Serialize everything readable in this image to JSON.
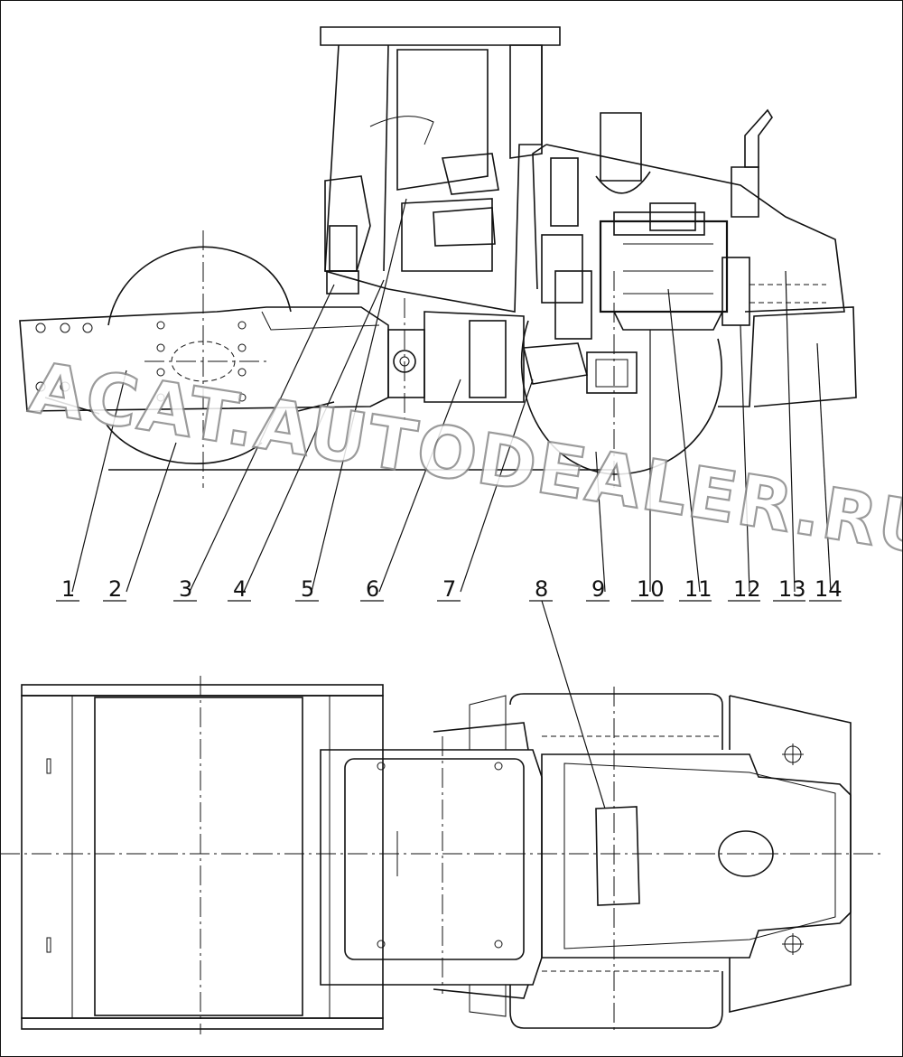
{
  "callouts": [
    {
      "id": "1",
      "label": "1"
    },
    {
      "id": "2",
      "label": "2"
    },
    {
      "id": "3",
      "label": "3"
    },
    {
      "id": "4",
      "label": "4"
    },
    {
      "id": "5",
      "label": "5"
    },
    {
      "id": "6",
      "label": "6"
    },
    {
      "id": "7",
      "label": "7"
    },
    {
      "id": "8",
      "label": "8"
    },
    {
      "id": "9",
      "label": "9"
    },
    {
      "id": "10",
      "label": "10"
    },
    {
      "id": "11",
      "label": "11"
    },
    {
      "id": "12",
      "label": "12"
    },
    {
      "id": "13",
      "label": "13"
    },
    {
      "id": "14",
      "label": "14"
    }
  ],
  "watermark": {
    "text": "ACAT.AUTODEALER.RU"
  }
}
